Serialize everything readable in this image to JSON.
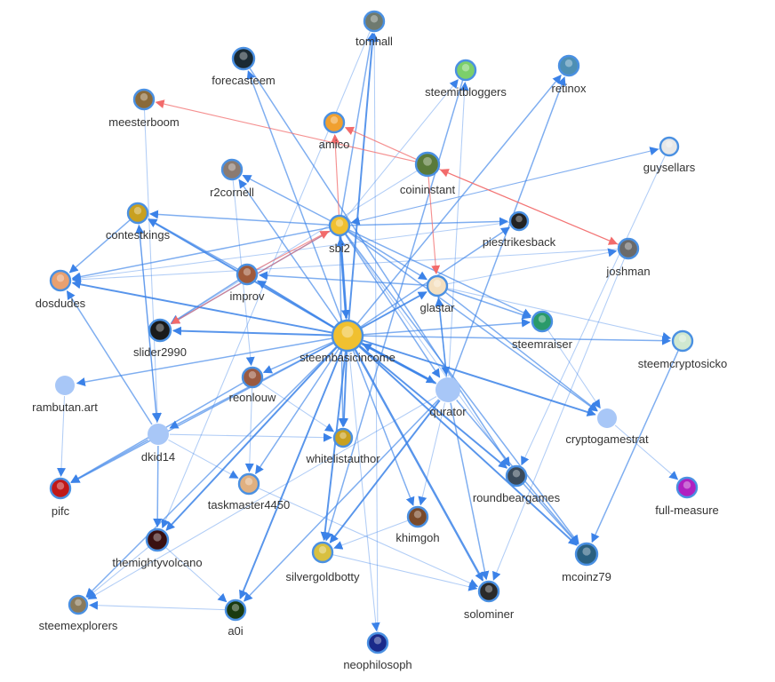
{
  "colors": {
    "edge": "#3b82e8",
    "edge_light": "#9ec3f5",
    "edge_red": "#f26b6b",
    "node_plain": "#a8c7f7",
    "label": "#333333"
  },
  "nodes": [
    {
      "id": "tomhall",
      "label": "tomhall",
      "icon": "avatar-icon",
      "fill": "#6f7a6f"
    },
    {
      "id": "forecasteem",
      "label": "forecasteem",
      "icon": "avatar-icon",
      "fill": "#1a2a33"
    },
    {
      "id": "steemitbloggers",
      "label": "steemitbloggers",
      "icon": "avatar-icon",
      "fill": "#7ccf6a"
    },
    {
      "id": "retinox",
      "label": "retinox",
      "icon": "avatar-icon",
      "fill": "#4e8fb4"
    },
    {
      "id": "meesterboom",
      "label": "meesterboom",
      "icon": "avatar-icon",
      "fill": "#8a6a3a"
    },
    {
      "id": "amico",
      "label": "amico",
      "icon": "avatar-icon",
      "fill": "#f0a030"
    },
    {
      "id": "coininstant",
      "label": "coininstant",
      "icon": "avatar-icon",
      "fill": "#5a7a3a"
    },
    {
      "id": "guysellars",
      "label": "guysellars",
      "icon": "avatar-icon",
      "fill": "#e8e8e8"
    },
    {
      "id": "r2cornell",
      "label": "r2cornell",
      "icon": "avatar-icon",
      "fill": "#8a7a70"
    },
    {
      "id": "contestkings",
      "label": "contestkings",
      "icon": "avatar-icon",
      "fill": "#c8a020"
    },
    {
      "id": "sbi2",
      "label": "sbi2",
      "icon": "avatar-icon",
      "fill": "#f0c030"
    },
    {
      "id": "piestrikesback",
      "label": "piestrikesback",
      "icon": "avatar-icon",
      "fill": "#222222"
    },
    {
      "id": "joshman",
      "label": "joshman",
      "icon": "avatar-icon",
      "fill": "#6a6a6a"
    },
    {
      "id": "dosdudes",
      "label": "dosdudes",
      "icon": "avatar-icon",
      "fill": "#e8a070"
    },
    {
      "id": "improv",
      "label": "improv",
      "icon": "avatar-icon",
      "fill": "#a05a3a"
    },
    {
      "id": "glastar",
      "label": "glastar",
      "icon": "avatar-icon",
      "fill": "#f4e0c0"
    },
    {
      "id": "steemraiser",
      "label": "steemraiser",
      "icon": "avatar-icon",
      "fill": "#2a9a6a"
    },
    {
      "id": "slider2990",
      "label": "slider2990",
      "icon": "avatar-icon",
      "fill": "#1a1a1a"
    },
    {
      "id": "steembasicincome",
      "label": "steembasicincome",
      "icon": "avatar-icon",
      "fill": "#f0c030"
    },
    {
      "id": "steemcryptosicko",
      "label": "steemcryptosicko",
      "icon": "avatar-icon",
      "fill": "#d0e8d0"
    },
    {
      "id": "rambutan.art",
      "label": "rambutan.art",
      "icon": "",
      "fill": "#a8c7f7"
    },
    {
      "id": "reonlouw",
      "label": "reonlouw",
      "icon": "avatar-icon",
      "fill": "#9a5a40"
    },
    {
      "id": "qurator",
      "label": "qurator",
      "icon": "",
      "fill": "#a8c7f7"
    },
    {
      "id": "cryptogamestrat",
      "label": "cryptogamestrat",
      "icon": "",
      "fill": "#a8c7f7"
    },
    {
      "id": "dkid14",
      "label": "dkid14",
      "icon": "",
      "fill": "#a8c7f7"
    },
    {
      "id": "whitelistauthor",
      "label": "whitelistauthor",
      "icon": "avatar-icon",
      "fill": "#c8a020"
    },
    {
      "id": "pifc",
      "label": "pifc",
      "icon": "avatar-icon",
      "fill": "#c01818"
    },
    {
      "id": "taskmaster4450",
      "label": "taskmaster4450",
      "icon": "avatar-icon",
      "fill": "#e0b080"
    },
    {
      "id": "roundbeargames",
      "label": "roundbeargames",
      "icon": "avatar-icon",
      "fill": "#3a4a5a"
    },
    {
      "id": "full-measure",
      "label": "full-measure",
      "icon": "avatar-icon",
      "fill": "#b020c0"
    },
    {
      "id": "khimgoh",
      "label": "khimgoh",
      "icon": "avatar-icon",
      "fill": "#7a4a2a"
    },
    {
      "id": "themightyvolcano",
      "label": "themightyvolcano",
      "icon": "avatar-icon",
      "fill": "#3a1010"
    },
    {
      "id": "silvergoldbotty",
      "label": "silvergoldbotty",
      "icon": "avatar-icon",
      "fill": "#d8c040"
    },
    {
      "id": "mcoinz79",
      "label": "mcoinz79",
      "icon": "avatar-icon",
      "fill": "#2a6080"
    },
    {
      "id": "steemexplorers",
      "label": "steemexplorers",
      "icon": "avatar-icon",
      "fill": "#8a7a5a"
    },
    {
      "id": "a0i",
      "label": "a0i",
      "icon": "avatar-icon",
      "fill": "#1a3a10"
    },
    {
      "id": "solominer",
      "label": "solominer",
      "icon": "avatar-icon",
      "fill": "#2a2a2a"
    },
    {
      "id": "neophilosoph",
      "label": "neophilosoph",
      "icon": "avatar-icon",
      "fill": "#1a2a8a"
    }
  ],
  "edges": [
    [
      "steembasicincome",
      "tomhall",
      3
    ],
    [
      "steembasicincome",
      "forecasteem",
      2
    ],
    [
      "steembasicincome",
      "retinox",
      2
    ],
    [
      "steembasicincome",
      "r2cornell",
      2
    ],
    [
      "steembasicincome",
      "contestkings",
      3
    ],
    [
      "steembasicincome",
      "dosdudes",
      3
    ],
    [
      "steembasicincome",
      "improv",
      3
    ],
    [
      "steembasicincome",
      "slider2990",
      3
    ],
    [
      "steembasicincome",
      "rambutan.art",
      2
    ],
    [
      "steembasicincome",
      "glastar",
      3
    ],
    [
      "steembasicincome",
      "steemraiser",
      2
    ],
    [
      "steembasicincome",
      "steemcryptosicko",
      2
    ],
    [
      "steembasicincome",
      "qurator",
      5
    ],
    [
      "steembasicincome",
      "cryptogamestrat",
      3
    ],
    [
      "steembasicincome",
      "dkid14",
      2
    ],
    [
      "steembasicincome",
      "whitelistauthor",
      3
    ],
    [
      "steembasicincome",
      "pifc",
      2
    ],
    [
      "steembasicincome",
      "taskmaster4450",
      2
    ],
    [
      "steembasicincome",
      "roundbeargames",
      3
    ],
    [
      "steembasicincome",
      "khimgoh",
      2
    ],
    [
      "steembasicincome",
      "themightyvolcano",
      3
    ],
    [
      "steembasicincome",
      "silvergoldbotty",
      3
    ],
    [
      "steembasicincome",
      "mcoinz79",
      3
    ],
    [
      "steembasicincome",
      "a0i",
      3
    ],
    [
      "steembasicincome",
      "solominer",
      4
    ],
    [
      "steembasicincome",
      "neophilosoph",
      1
    ],
    [
      "steembasicincome",
      "piestrikesback",
      2
    ],
    [
      "steembasicincome",
      "reonlouw",
      2
    ],
    [
      "steembasicincome",
      "sbi2",
      2
    ],
    [
      "steembasicincome",
      "steemexplorers",
      2
    ],
    [
      "sbi2",
      "steembasicincome",
      5
    ],
    [
      "sbi2",
      "tomhall",
      2
    ],
    [
      "sbi2",
      "steemitbloggers",
      1
    ],
    [
      "sbi2",
      "r2cornell",
      2
    ],
    [
      "sbi2",
      "contestkings",
      2
    ],
    [
      "sbi2",
      "dosdudes",
      2
    ],
    [
      "sbi2",
      "slider2990",
      2
    ],
    [
      "sbi2",
      "guysellars",
      1
    ],
    [
      "sbi2",
      "piestrikesback",
      2
    ],
    [
      "sbi2",
      "glastar",
      2
    ],
    [
      "sbi2",
      "steemraiser",
      2
    ],
    [
      "sbi2",
      "qurator",
      2
    ],
    [
      "sbi2",
      "cryptogamestrat",
      2
    ],
    [
      "sbi2",
      "mcoinz79",
      2
    ],
    [
      "sbi2",
      "roundbeargames",
      1
    ],
    [
      "sbi2",
      "whitelistauthor",
      2
    ],
    [
      "qurator",
      "steembasicincome",
      3
    ],
    [
      "qurator",
      "glastar",
      2
    ],
    [
      "qurator",
      "retinox",
      2
    ],
    [
      "qurator",
      "silvergoldbotty",
      3
    ],
    [
      "qurator",
      "solominer",
      2
    ],
    [
      "qurator",
      "mcoinz79",
      2
    ],
    [
      "qurator",
      "a0i",
      2
    ],
    [
      "qurator",
      "khimgoh",
      1
    ],
    [
      "qurator",
      "steemexplorers",
      1
    ],
    [
      "qurator",
      "steemitbloggers",
      1
    ],
    [
      "glastar",
      "improv",
      2
    ],
    [
      "glastar",
      "steemraiser",
      2
    ],
    [
      "glastar",
      "joshman",
      1
    ],
    [
      "glastar",
      "steemcryptosicko",
      1
    ],
    [
      "glastar",
      "cryptogamestrat",
      2
    ],
    [
      "glastar",
      "qurator",
      2
    ],
    [
      "dkid14",
      "dosdudes",
      2
    ],
    [
      "dkid14",
      "pifc",
      2
    ],
    [
      "dkid14",
      "whitelistauthor",
      1
    ],
    [
      "dkid14",
      "taskmaster4450",
      1
    ],
    [
      "dkid14",
      "contestkings",
      2
    ],
    [
      "dkid14",
      "themightyvolcano",
      2
    ],
    [
      "improv",
      "slider2990",
      2
    ],
    [
      "improv",
      "contestkings",
      2
    ],
    [
      "contestkings",
      "dosdudes",
      2
    ],
    [
      "contestkings",
      "dkid14",
      1
    ],
    [
      "reonlouw",
      "pifc",
      2
    ],
    [
      "reonlouw",
      "taskmaster4450",
      1
    ],
    [
      "reonlouw",
      "whitelistauthor",
      1
    ],
    [
      "themightyvolcano",
      "a0i",
      1
    ],
    [
      "themightyvolcano",
      "steemexplorers",
      1
    ],
    [
      "silvergoldbotty",
      "solominer",
      1
    ],
    [
      "khimgoh",
      "silvergoldbotty",
      1
    ],
    [
      "taskmaster4450",
      "solominer",
      1
    ],
    [
      "roundbeargames",
      "mcoinz79",
      2
    ],
    [
      "cryptogamestrat",
      "full-measure",
      1
    ],
    [
      "steemraiser",
      "cryptogamestrat",
      1
    ],
    [
      "steemcryptosicko",
      "mcoinz79",
      2
    ],
    [
      "joshman",
      "solominer",
      1
    ],
    [
      "joshman",
      "dosdudes",
      1
    ],
    [
      "guysellars",
      "sbi2",
      1
    ],
    [
      "guysellars",
      "roundbeargames",
      1
    ],
    [
      "rambutan.art",
      "pifc",
      1
    ],
    [
      "forecasteem",
      "roundbeargames",
      2
    ],
    [
      "tomhall",
      "themightyvolcano",
      1
    ],
    [
      "meesterboom",
      "dkid14",
      1
    ],
    [
      "r2cornell",
      "reonlouw",
      1
    ],
    [
      "neophilosoph",
      "tomhall",
      1
    ],
    [
      "a0i",
      "steemexplorers",
      1
    ],
    [
      "steemitbloggers",
      "silvergoldbotty",
      2
    ],
    [
      "coininstant",
      "slider2990",
      1
    ],
    [
      "piestrikesback",
      "dosdudes",
      1
    ]
  ],
  "red_edges": [
    [
      "coininstant",
      "meesterboom"
    ],
    [
      "coininstant",
      "amico"
    ],
    [
      "joshman",
      "coininstant"
    ],
    [
      "coininstant",
      "joshman"
    ],
    [
      "sbi2",
      "amico"
    ],
    [
      "coininstant",
      "glastar"
    ],
    [
      "sbi2",
      "slider2990"
    ],
    [
      "improv",
      "sbi2"
    ]
  ]
}
